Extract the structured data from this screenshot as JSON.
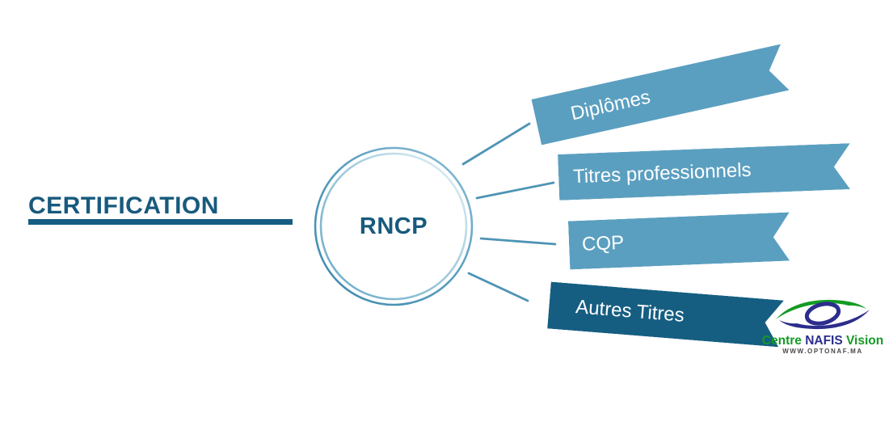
{
  "title": {
    "label": "CERTIFICATION"
  },
  "hub": {
    "label": "RNCP"
  },
  "branches": [
    {
      "label": "Diplômes",
      "variant": "light"
    },
    {
      "label": "Titres professionnels",
      "variant": "light"
    },
    {
      "label": "CQP",
      "variant": "light"
    },
    {
      "label": "Autres Titres",
      "variant": "dark"
    }
  ],
  "logo": {
    "icon": "eye-icon",
    "name_part1": "Centre ",
    "name_part2": "NAFIS",
    "name_part3": " Vision",
    "website": "WWW.OPTONAF.MA"
  },
  "colors": {
    "heading": "#185A7D",
    "branch_light": "#5B9FC0",
    "branch_dark": "#155E82",
    "connector": "#4E94B5",
    "underline": "#155E82",
    "logo_green": "#149A24",
    "logo_navy": "#2B2E8C"
  }
}
